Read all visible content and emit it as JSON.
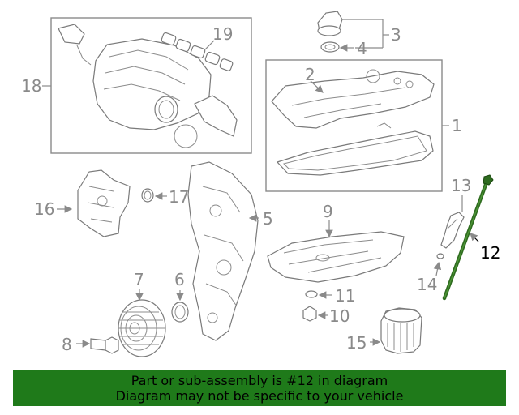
{
  "callouts": {
    "c1": "1",
    "c2": "2",
    "c3": "3",
    "c4": "4",
    "c5": "5",
    "c6": "6",
    "c7": "7",
    "c8": "8",
    "c10": "10",
    "c11": "11",
    "c12": "12",
    "c13": "13",
    "c14": "14",
    "c15": "15",
    "c16": "16",
    "c17": "17",
    "c18": "18",
    "c19": "19"
  },
  "highlighted_part": "12",
  "colors": {
    "banner": "#1f7a1a",
    "highlight": "#2e6b1f",
    "lines": "#8a8a8a"
  },
  "banner": {
    "line1": "Part or sub-assembly is #12 in diagram",
    "line2": "Diagram may not be specific to your vehicle"
  }
}
